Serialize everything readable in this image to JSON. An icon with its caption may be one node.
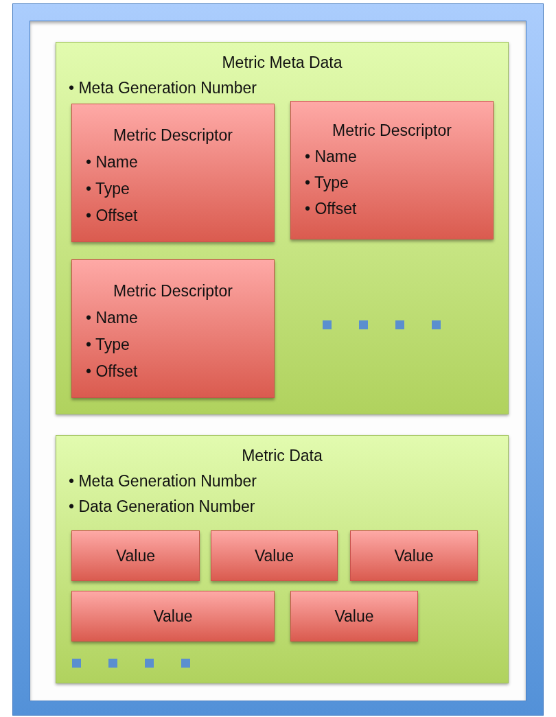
{
  "diagram": {
    "nodes": [
      {
        "text": [],
        "shape": "box"
      },
      {
        "text": [
          "Metric Meta Data",
          "• Meta Generation Number"
        ],
        "in": 0
      },
      {
        "text": [
          "Metric Descriptor",
          "• Name",
          "• Type",
          "• Offset"
        ],
        "in": 1
      },
      {
        "text": [
          "Metric Descriptor",
          "• Name",
          "• Type",
          "• Offset"
        ],
        "in": 1
      },
      {
        "text": [
          "Metric Descriptor",
          "• Name",
          "• Type",
          "• Offset"
        ],
        "in": 1
      },
      {
        "text": [
          "Metric Data",
          "• Meta Generation Number",
          "• Data Generation Number"
        ],
        "in": 0
      },
      {
        "text": [
          "Value"
        ],
        "in": 5
      },
      {
        "text": [
          "Value"
        ],
        "in": 5
      },
      {
        "text": [
          "Value"
        ],
        "in": 5
      },
      {
        "text": [
          "Value"
        ],
        "in": 5
      },
      {
        "text": [
          "Value"
        ],
        "in": 5
      }
    ]
  }
}
